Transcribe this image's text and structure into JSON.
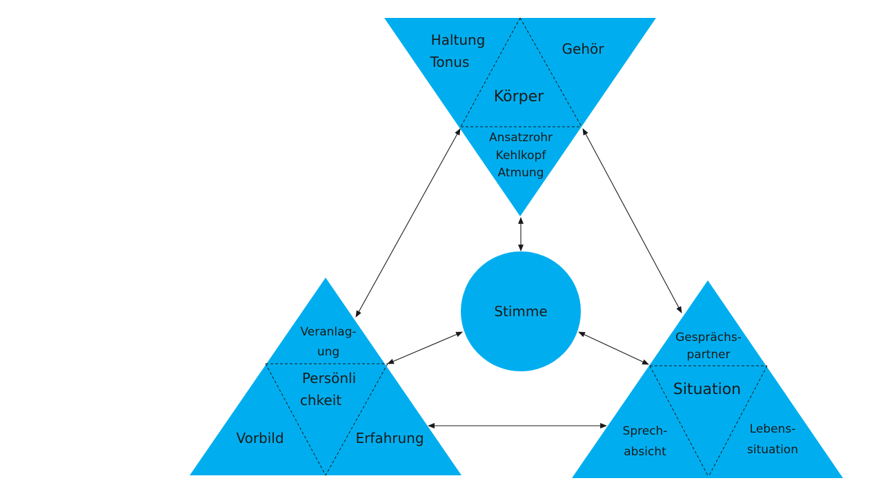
{
  "colors": {
    "shape_fill": "#00aeef",
    "line": "#1a1a1a",
    "background": "#ffffff"
  },
  "center": {
    "label": "Stimme"
  },
  "koerper": {
    "title": "Körper",
    "left_lines": [
      "Haltung",
      "Tonus"
    ],
    "right": "Gehör",
    "bottom_lines": [
      "Ansatzrohr",
      "Kehlkopf",
      "Atmung"
    ]
  },
  "persoenlichkeit": {
    "top_lines": [
      "Veranlag-",
      "ung"
    ],
    "title_lines": [
      "Persönli",
      "chkeit"
    ],
    "left": "Vorbild",
    "right": "Erfahrung"
  },
  "situation": {
    "top_lines": [
      "Gesprächs-",
      "partner"
    ],
    "title": "Situation",
    "left_lines": [
      "Sprech-",
      "absicht"
    ],
    "right_lines": [
      "Lebens-",
      "situation"
    ]
  }
}
